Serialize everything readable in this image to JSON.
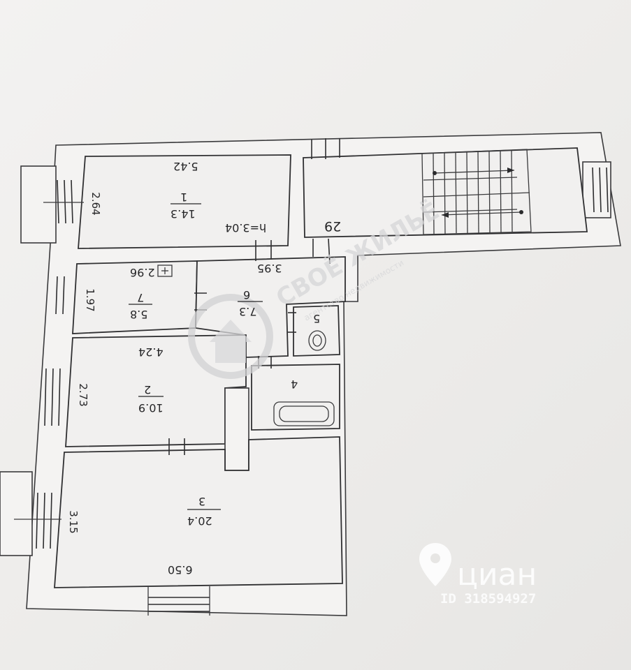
{
  "plan": {
    "rooms": [
      {
        "id": "1",
        "name": "1",
        "area": "14.3",
        "width": "5.42",
        "depth": "2.64"
      },
      {
        "id": "7",
        "name": "7",
        "area": "5.8",
        "width": "2.96",
        "depth": "1.97"
      },
      {
        "id": "6",
        "name": "6",
        "area": "7.3",
        "width": "3.95"
      },
      {
        "id": "5",
        "name": "5"
      },
      {
        "id": "4",
        "name": "4"
      },
      {
        "id": "2",
        "name": "2",
        "area": "10.9",
        "width": "4.24",
        "depth": "2.73"
      },
      {
        "id": "3",
        "name": "3",
        "area": "20.4",
        "width": "6.50",
        "depth": "3.15"
      },
      {
        "id": "29",
        "name": "29"
      }
    ],
    "ceiling_height": "h=3.04"
  },
  "watermarks": {
    "agency_name": "СВОЁ ЖИЛЬЁ",
    "agency_tagline": "агентство недвижимости",
    "cian_brand": "циан",
    "cian_id": "ID 318594927"
  },
  "colors": {
    "ink": "#262628",
    "room_29_label": "#7a2b2b"
  }
}
